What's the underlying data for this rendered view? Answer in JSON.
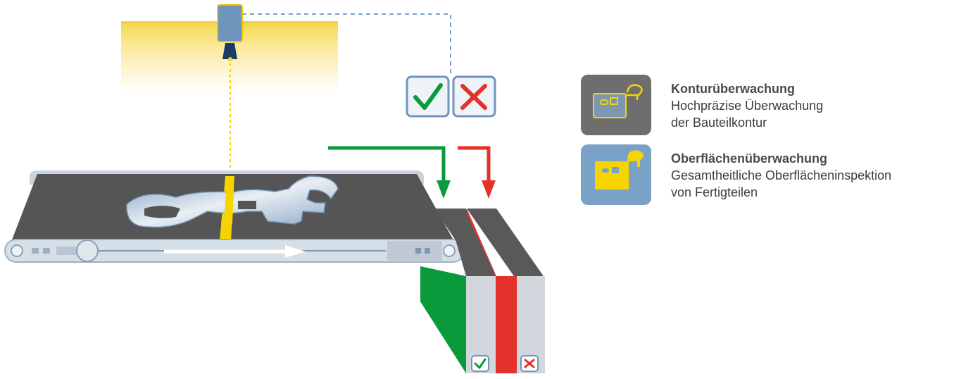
{
  "legend": [
    {
      "title": "Konturüberwachung",
      "line1": "Hochpräzise Überwachung",
      "line2": "der Bauteilkontur",
      "tile_color": "#6e6e6e",
      "icon": "contour-outline-icon"
    },
    {
      "title": "Oberflächenüberwachung",
      "line1": "Gesamtheitliche Oberflächeninspektion",
      "line2": "von Fertigteilen",
      "tile_color": "#7aa2c6",
      "icon": "surface-filled-icon"
    }
  ],
  "colors": {
    "ok_green": "#0a9a3c",
    "reject_red": "#e3322b",
    "belt_dark": "#555555",
    "belt_frame": "#d6dfe6",
    "sensor_blue": "#6f95bc",
    "light_yellow": "#fbe58a",
    "laser_yellow": "#f5d400",
    "part_steel": "#9bb6cf",
    "bin_grey": "#d1d7dc"
  },
  "icons": [
    "check-icon",
    "cross-icon",
    "camera-sensor-icon",
    "direction-arrow-icon"
  ]
}
